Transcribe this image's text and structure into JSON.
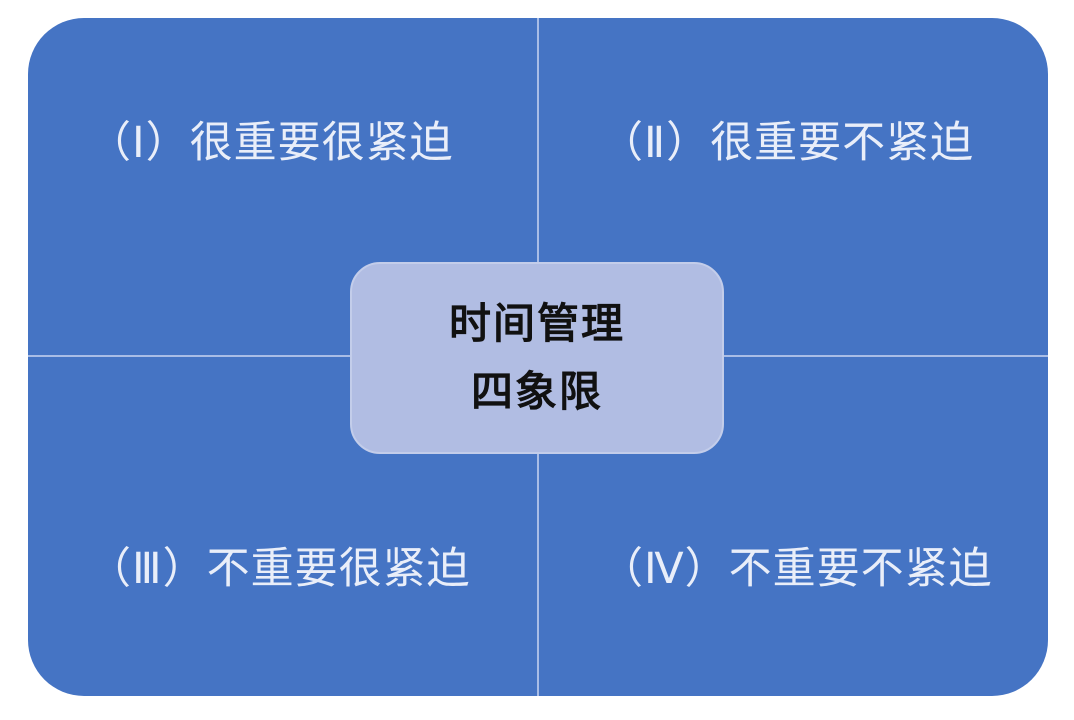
{
  "colors": {
    "quadrant": "#4574c4",
    "center_box": "#b1bde3",
    "divider": "#a9bde6",
    "label_text": "#e9eef9"
  },
  "quadrants": [
    {
      "label": "（Ⅰ）很重要很紧迫"
    },
    {
      "label": "（Ⅱ）很重要不紧迫"
    },
    {
      "label": "（Ⅲ）不重要很紧迫"
    },
    {
      "label": "（Ⅳ）不重要不紧迫"
    }
  ],
  "center": {
    "line1": "时间管理",
    "line2": "四象限"
  }
}
